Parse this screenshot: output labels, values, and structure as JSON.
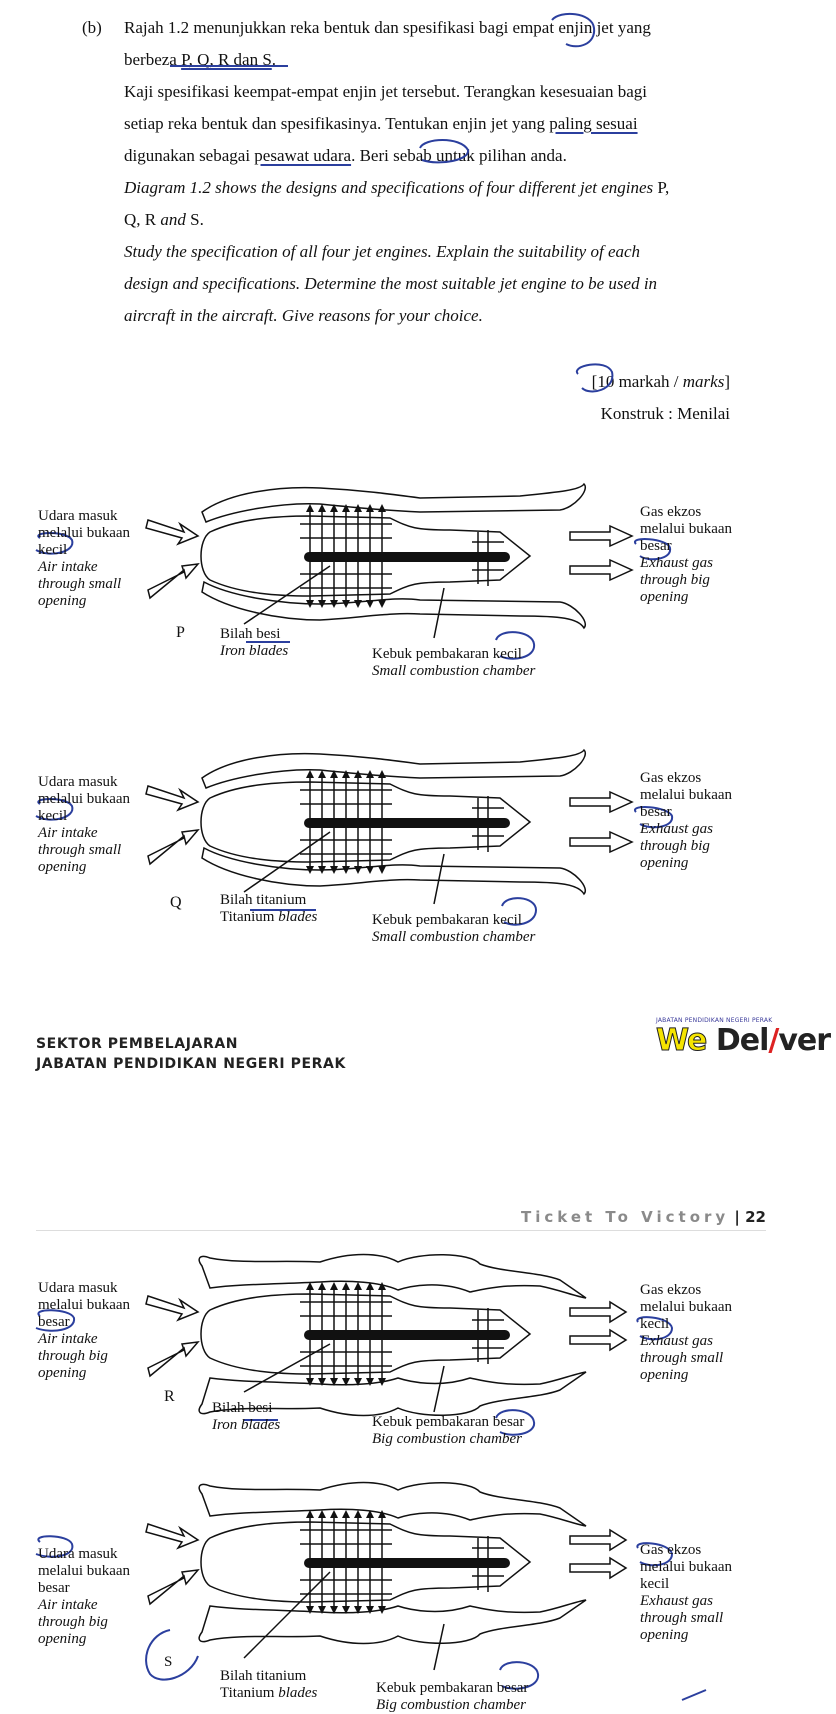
{
  "question": {
    "label": "(b)",
    "lines": [
      {
        "parts": [
          "Rajah 1.2 menunjukkan reka bentuk dan spesifikasi bagi empat enjin jet yang"
        ]
      },
      {
        "parts": [
          "berbeza ",
          "P, Q, R dan S",
          "."
        ]
      },
      {
        "parts": [
          "Kaji spesifikasi keempat-empat enjin jet tersebut. Terangkan kesesuaian bagi"
        ]
      },
      {
        "parts": [
          "setiap reka bentuk dan spesifikasinya. Tentukan enjin jet yang ",
          "paling sesuai"
        ]
      },
      {
        "parts": [
          "digunakan sebagai ",
          "pesawat udara",
          ". Beri sebab untuk pilihan anda."
        ]
      },
      {
        "parts": [
          "Diagram 1.2 shows the designs and specifications of four different jet engines ",
          "P,"
        ]
      },
      {
        "parts": [
          "Q, R ",
          "and",
          " S."
        ]
      },
      {
        "parts": [
          "Study the specification of all four jet engines. Explain the suitability of each"
        ]
      },
      {
        "parts": [
          "design and specifications. Determine the most suitable jet engine to be used in"
        ]
      },
      {
        "parts": [
          "aircraft in the aircraft. Give reasons for your choice."
        ]
      }
    ],
    "marks_pre": "[10 markah / ",
    "marks_it": "marks",
    "marks_post": "]",
    "construct": "Konstruk : Menilai"
  },
  "engines": [
    {
      "id": "P",
      "intake_ms": [
        "Udara masuk",
        "melalui bukaan",
        "kecil"
      ],
      "intake_en": [
        "Air intake",
        "through small",
        "opening"
      ],
      "exhaust_ms": [
        "Gas ekzos",
        "melalui bukaan",
        "besar"
      ],
      "exhaust_en": [
        "Exhaust gas",
        "through big",
        "opening"
      ],
      "blade_ms": "Bilah besi",
      "blade_en": "Iron blades",
      "chamber_ms": "Kebuk pembakaran kecil",
      "chamber_en": "Small combustion chamber"
    },
    {
      "id": "Q",
      "intake_ms": [
        "Udara masuk",
        "melalui bukaan",
        "kecil"
      ],
      "intake_en": [
        "Air intake",
        "through small",
        "opening"
      ],
      "exhaust_ms": [
        "Gas ekzos",
        "melalui bukaan",
        "besar"
      ],
      "exhaust_en": [
        "Exhaust gas",
        "through big",
        "opening"
      ],
      "blade_ms": "Bilah titanium",
      "blade_en_a": "Titanium ",
      "blade_en_b": "blades",
      "chamber_ms": "Kebuk pembakaran kecil",
      "chamber_en": "Small combustion chamber"
    },
    {
      "id": "R",
      "intake_ms": [
        "Udara masuk",
        "melalui bukaan",
        "besar"
      ],
      "intake_en": [
        "Air intake",
        "through big",
        "opening"
      ],
      "exhaust_ms": [
        "Gas ekzos",
        "melalui bukaan",
        "kecil"
      ],
      "exhaust_en": [
        "Exhaust gas",
        "through small",
        "opening"
      ],
      "blade_ms": "Bilah besi",
      "blade_en": "Iron blades",
      "chamber_ms": "Kebuk pembakaran besar",
      "chamber_en": "Big combustion chamber"
    },
    {
      "id": "S",
      "intake_ms": [
        "Udara masuk",
        "melalui bukaan",
        "besar"
      ],
      "intake_en": [
        "Air intake",
        "through big",
        "opening"
      ],
      "exhaust_ms": [
        "Gas ekzos",
        "melalui bukaan",
        "kecil"
      ],
      "exhaust_en": [
        "Exhaust gas",
        "through small",
        "opening"
      ],
      "blade_ms": "Bilah titanium",
      "blade_en_a": "Titanium ",
      "blade_en_b": "blades",
      "chamber_ms": "Kebuk pembakaran besar",
      "chamber_en": "Big combustion chamber"
    }
  ],
  "footer": {
    "line1": "SEKTOR PEMBELAJARAN",
    "line2": "JABATAN PENDIDIKAN NEGERI PERAK",
    "logo_small": "JABATAN PENDIDIKAN NEGERI PERAK",
    "logo_we": "We",
    "logo_del": " Del",
    "logo_slash": "/",
    "logo_ver": "ver",
    "ticket": "Ticket To Victory",
    "page_sep": " | ",
    "page": "22"
  },
  "colors": {
    "annotation": "#2b3f9e",
    "text": "#111111"
  }
}
